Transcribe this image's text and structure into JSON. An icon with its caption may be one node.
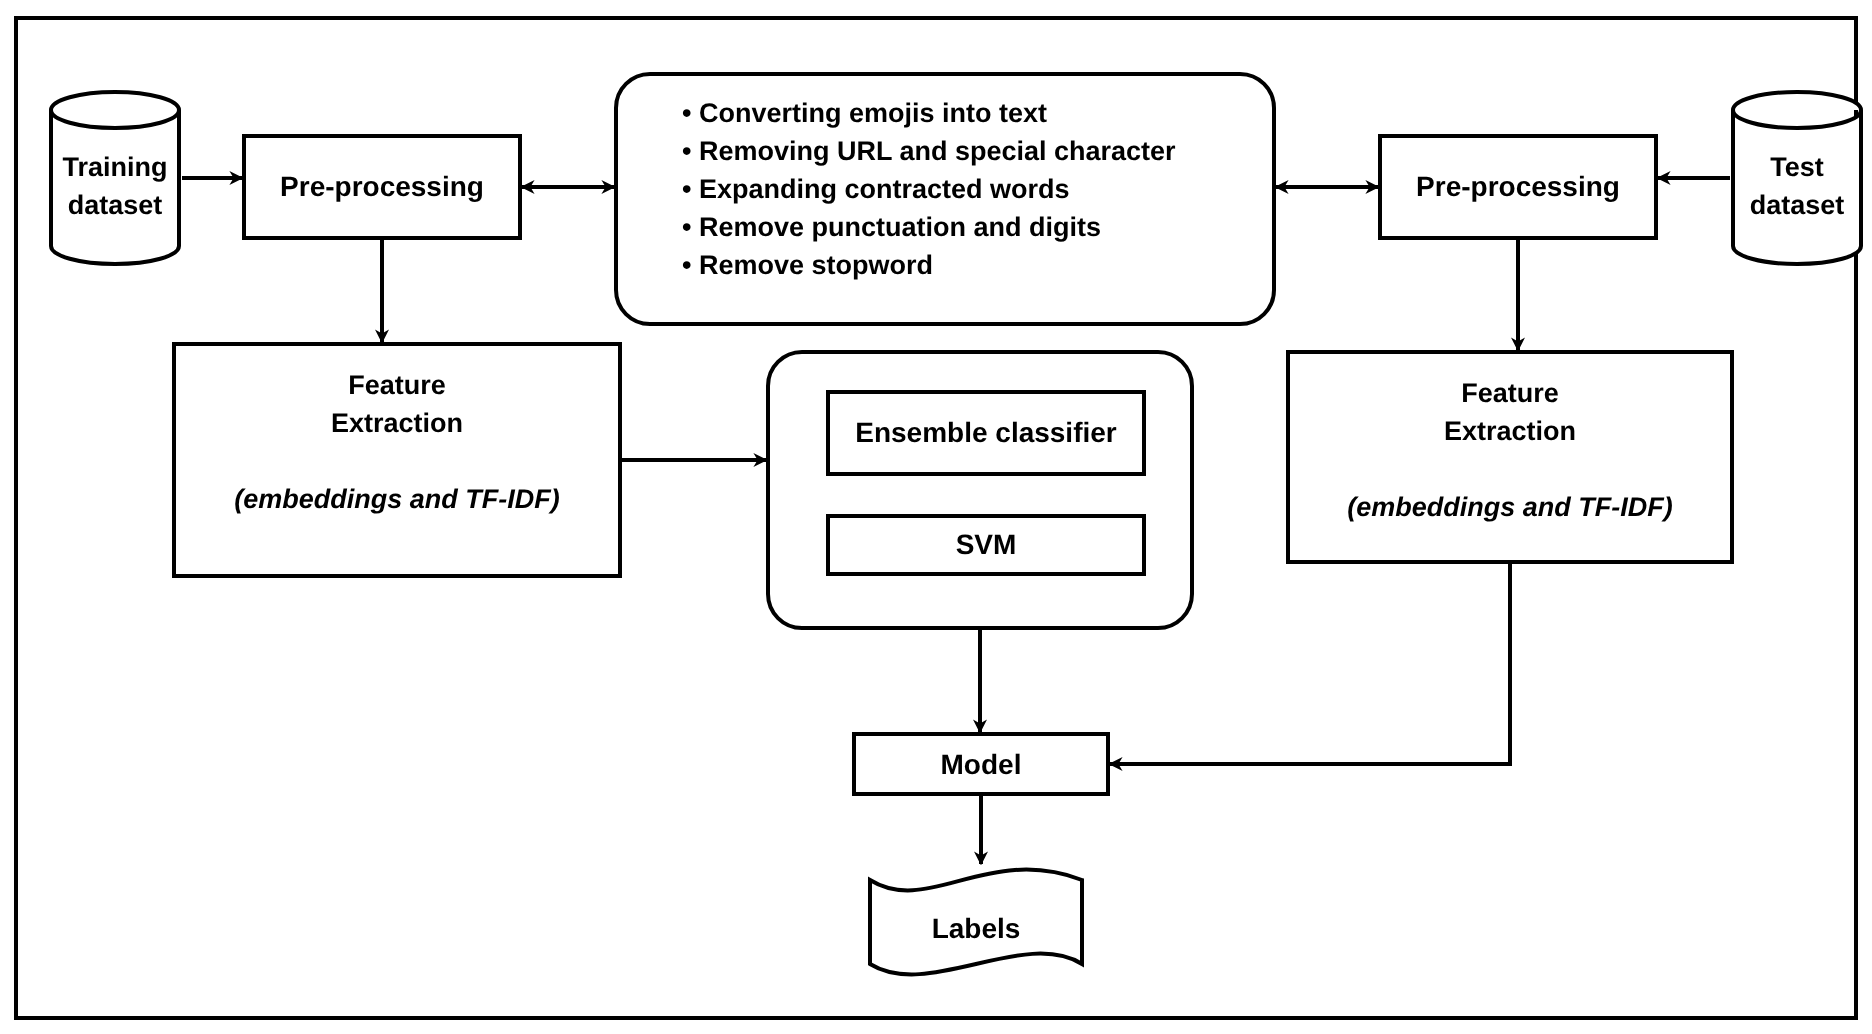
{
  "diagram": {
    "nodes": [
      {
        "text": [
          "Training dataset"
        ]
      },
      {
        "text": [
          "Pre-processing"
        ]
      },
      {
        "text": [
          "• Converting emojis into text",
          "• Removing URL and special character",
          "• Expanding contracted words",
          "• Remove punctuation and digits",
          "• Remove stopword"
        ]
      },
      {
        "text": [
          "Pre-processing"
        ]
      },
      {
        "text": [
          "Test dataset"
        ]
      },
      {
        "text": [
          "Feature Extraction",
          "(embeddings and TF-IDF)"
        ]
      },
      {
        "text": [],
        "shape": "box"
      },
      {
        "text": [
          "Ensemble classifier"
        ],
        "in": 6
      },
      {
        "text": [
          "SVM"
        ],
        "in": 6
      },
      {
        "text": [
          "Feature Extraction",
          "(embeddings and TF-IDF)"
        ]
      },
      {
        "text": [
          "Model"
        ]
      },
      {
        "text": [
          "Labels"
        ]
      }
    ],
    "edges": [
      {
        "from": 0,
        "to": 1,
        "arrow": "to"
      },
      {
        "from": 1,
        "to": 2,
        "arrow": "both"
      },
      {
        "from": 3,
        "to": 2,
        "arrow": "both"
      },
      {
        "from": 4,
        "to": 3,
        "arrow": "to"
      },
      {
        "from": 1,
        "to": 5,
        "arrow": "to"
      },
      {
        "from": 3,
        "to": 9,
        "arrow": "to"
      },
      {
        "from": 5,
        "to": 6,
        "arrow": "to"
      },
      {
        "from": 6,
        "to": 10,
        "arrow": "to"
      },
      {
        "from": 9,
        "to": 10,
        "arrow": "to"
      },
      {
        "from": 10,
        "to": 11,
        "arrow": "to"
      }
    ]
  }
}
